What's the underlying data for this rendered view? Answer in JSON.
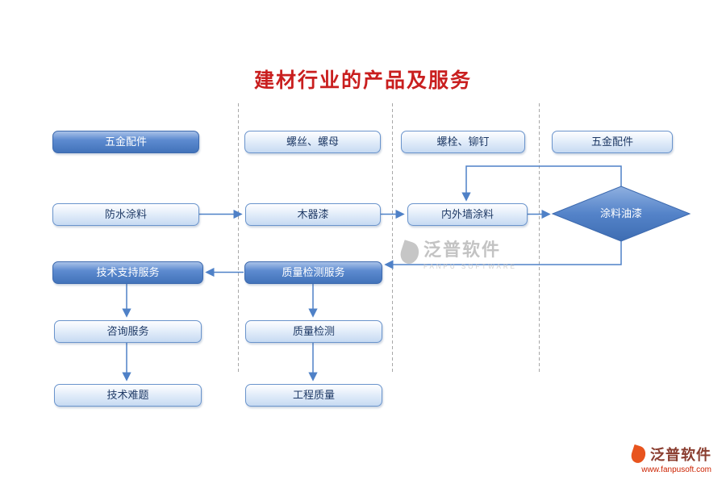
{
  "title": "建材行业的产品及服务",
  "colors": {
    "title_red": "#c91f1f",
    "node_dark_blue": "#4f81c7",
    "node_light_blue": "#dce9f8",
    "node_border": "#3c69ae",
    "arrow_blue": "#4f81c7",
    "separator_grey": "#aaaaaa",
    "watermark_grey": "#b9b9b9",
    "watermark_orange": "#e8541e",
    "watermark_url_red": "#cc2200"
  },
  "nodes": {
    "hardware_left": "五金配件",
    "screws_nuts": "螺丝、螺母",
    "bolts_rivets": "螺栓、铆钉",
    "hardware_right": "五金配件",
    "waterproof_paint": "防水涂料",
    "wood_paint": "木器漆",
    "wall_paint": "内外墙涂料",
    "paint_oil_decision": "涂料油漆",
    "tech_support_service": "技术支持服务",
    "quality_test_service": "质量检测服务",
    "consulting_service": "咨询服务",
    "quality_test": "质量检测",
    "tech_problem": "技术难题",
    "engineering_quality": "工程质量"
  },
  "watermark_center": {
    "brand": "泛普软件",
    "sub": "FANPU SOFTWARE"
  },
  "watermark_footer": {
    "brand": "泛普软件",
    "url": "www.fanpusoft.com"
  }
}
